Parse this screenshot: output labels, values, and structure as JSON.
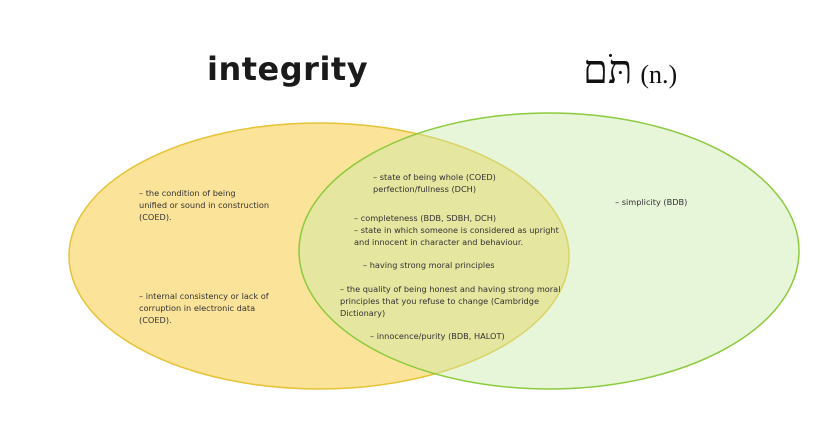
{
  "titles": {
    "left": "integrity",
    "right_word": "תֹּם",
    "right_pos": "(n.)"
  },
  "colors": {
    "left_fill": "#fbe399",
    "left_stroke": "#e6c337",
    "right_fill": "#e2f2d2",
    "right_stroke": "#8ccb3d"
  },
  "left_only": [
    "– the condition of being\nunified or sound in construction\n(COED).",
    "– internal consistency or lack of\ncorruption in electronic data\n(COED)."
  ],
  "overlap": [
    "– state of being whole (COED)\nperfection/fullness (DCH)",
    "– completeness (BDB, SDBH, DCH)\n– state in which someone is considered as upright\nand innocent in character and behaviour.",
    "– having strong moral principles",
    "– the quality of being honest and having strong moral\nprinciples that you refuse to change (Cambridge\nDictionary)",
    "– innocence/purity (BDB, HALOT)"
  ],
  "right_only": [
    "– simplicity (BDB)"
  ]
}
